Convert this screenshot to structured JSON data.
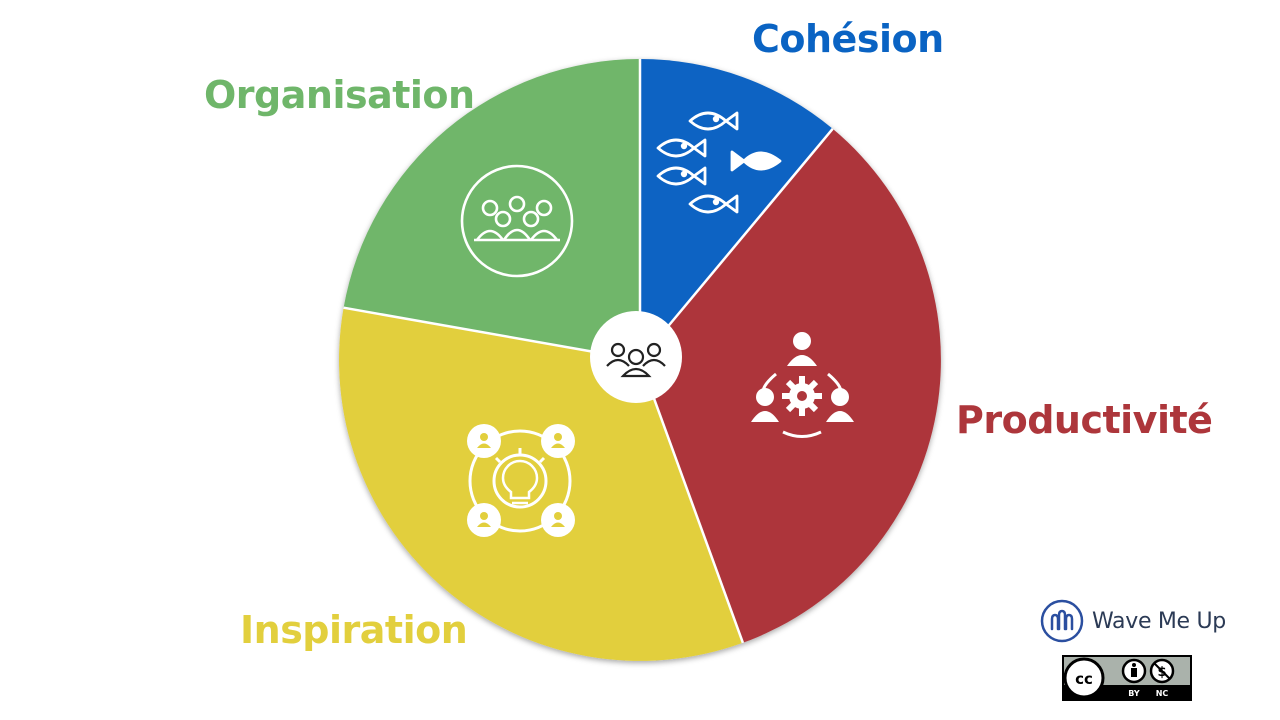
{
  "segments": [
    {
      "id": "cohesion",
      "label": "Cohésion",
      "color": "#0a63c3",
      "icon": "fish-school-icon"
    },
    {
      "id": "productivite",
      "label": "Productivité",
      "color": "#ad363b",
      "icon": "team-gear-icon"
    },
    {
      "id": "inspiration",
      "label": "Inspiration",
      "color": "#e2cf3d",
      "icon": "lightbulb-network-icon"
    },
    {
      "id": "organisation",
      "label": "Organisation",
      "color": "#6fb66a",
      "icon": "crowd-icon"
    }
  ],
  "center": {
    "icon": "team-icon"
  },
  "logo": {
    "text": "Wave Me Up",
    "icon": "wave-me-up-logo"
  },
  "license": {
    "icon": "cc-by-nc-badge",
    "by": "BY",
    "nc": "NC"
  }
}
